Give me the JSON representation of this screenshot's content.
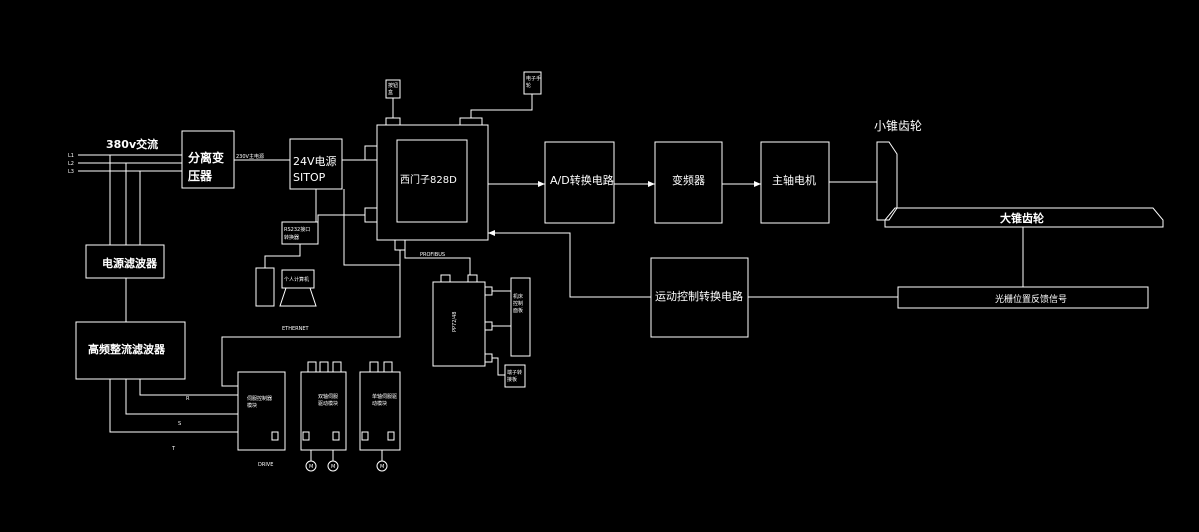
{
  "diagram": {
    "supply_label": "380v交流",
    "phase_labels": [
      "L1",
      "L2",
      "L3"
    ],
    "blocks": {
      "transformer": "分离变\n压器",
      "power24": "24V电源\nSITOP",
      "siemens": "西门子828D",
      "ad": "A/D转换电路",
      "inverter": "变频器",
      "spindle": "主轴电机",
      "power_filter": "电源滤波器",
      "hf_filter": "高频整流滤波器",
      "motion": "运动控制转换电路",
      "feedback": "光栅位置反馈信号",
      "big_bevel": "大锥齿轮",
      "small_bevel": "小锥齿轮"
    },
    "small_labels": {
      "supply_line": "230V主电源",
      "top_left_box": "按钮\n盒",
      "top_right_box": "电子手\n轮",
      "usb_box": "RS232接口\n转换器",
      "pc": "个人计算机",
      "pc_caption": "ETHERNET",
      "profibus": "PROFIBUS",
      "io": "PP72/48",
      "side1": "机床\n控制\n面板",
      "side2": "端子转\n接板",
      "drive1": "伺服控制器\n模块",
      "drive2": "双轴伺服\n驱动模块",
      "drive3": "单轴伺服驱\n动模块",
      "bus": "DRIVE",
      "m1": "M",
      "m2": "M",
      "m3": "M",
      "r_label": "R",
      "s_label": "S",
      "t_label": "T"
    }
  }
}
